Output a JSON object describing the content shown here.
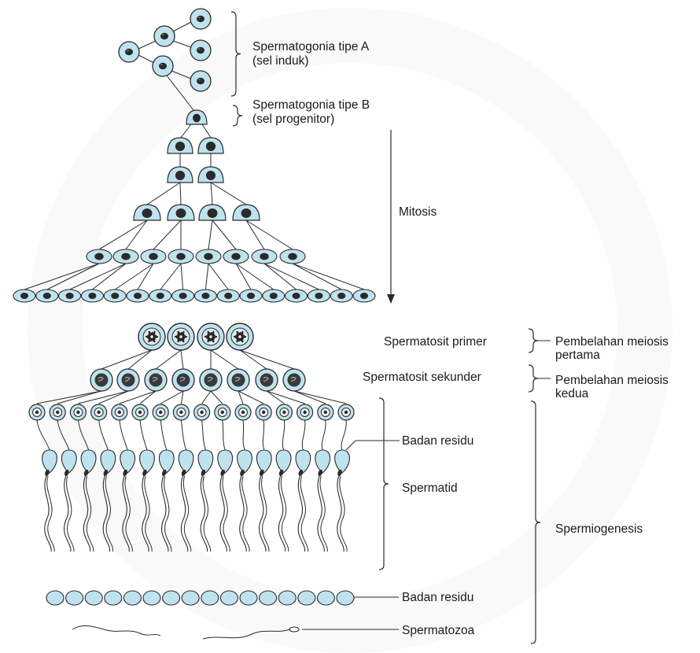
{
  "labels": {
    "sg_a_1": "Spermatogonia tipe A",
    "sg_a_2": "(sel induk)",
    "sg_b_1": "Spermatogonia tipe B",
    "sg_b_2": "(sel progenitor)",
    "mitosis": "Mitosis",
    "primary": "Spermatosit primer",
    "secondary": "Spermatosit sekunder",
    "meiosis1_1": "Pembelahan meiosis",
    "meiosis1_2": "pertama",
    "meiosis2_1": "Pembelahan meiosis",
    "meiosis2_2": "kedua",
    "residual1": "Badan residu",
    "spermatid": "Spermatid",
    "spermiogenesis": "Spermiogenesis",
    "residual2": "Badan residu",
    "spermatozoa": "Spermatozoa"
  },
  "colors": {
    "cell_fill": "#bfe3ee",
    "nucleus": "#2a2a2a",
    "line": "#2b2b2b"
  }
}
